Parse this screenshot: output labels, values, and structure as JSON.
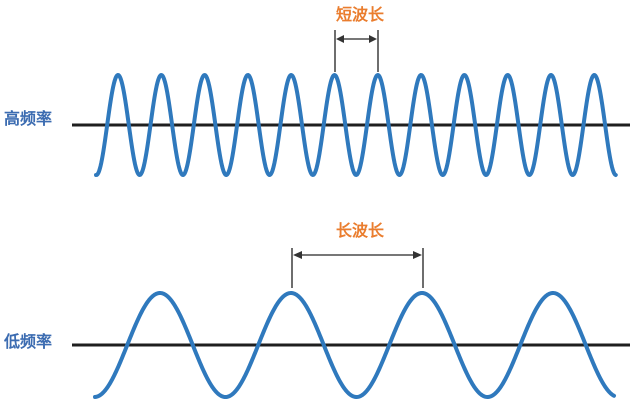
{
  "diagram": {
    "high_frequency": {
      "label": "高频率",
      "wavelength_label": "短波长",
      "cycles": 12
    },
    "low_frequency": {
      "label": "低频率",
      "wavelength_label": "长波长",
      "cycles": 4
    },
    "colors": {
      "wave": "#2f79bd",
      "axis": "#1f1f1f",
      "side_label": "#3c6cb1",
      "wavelength_label": "#ea7d2e"
    }
  }
}
